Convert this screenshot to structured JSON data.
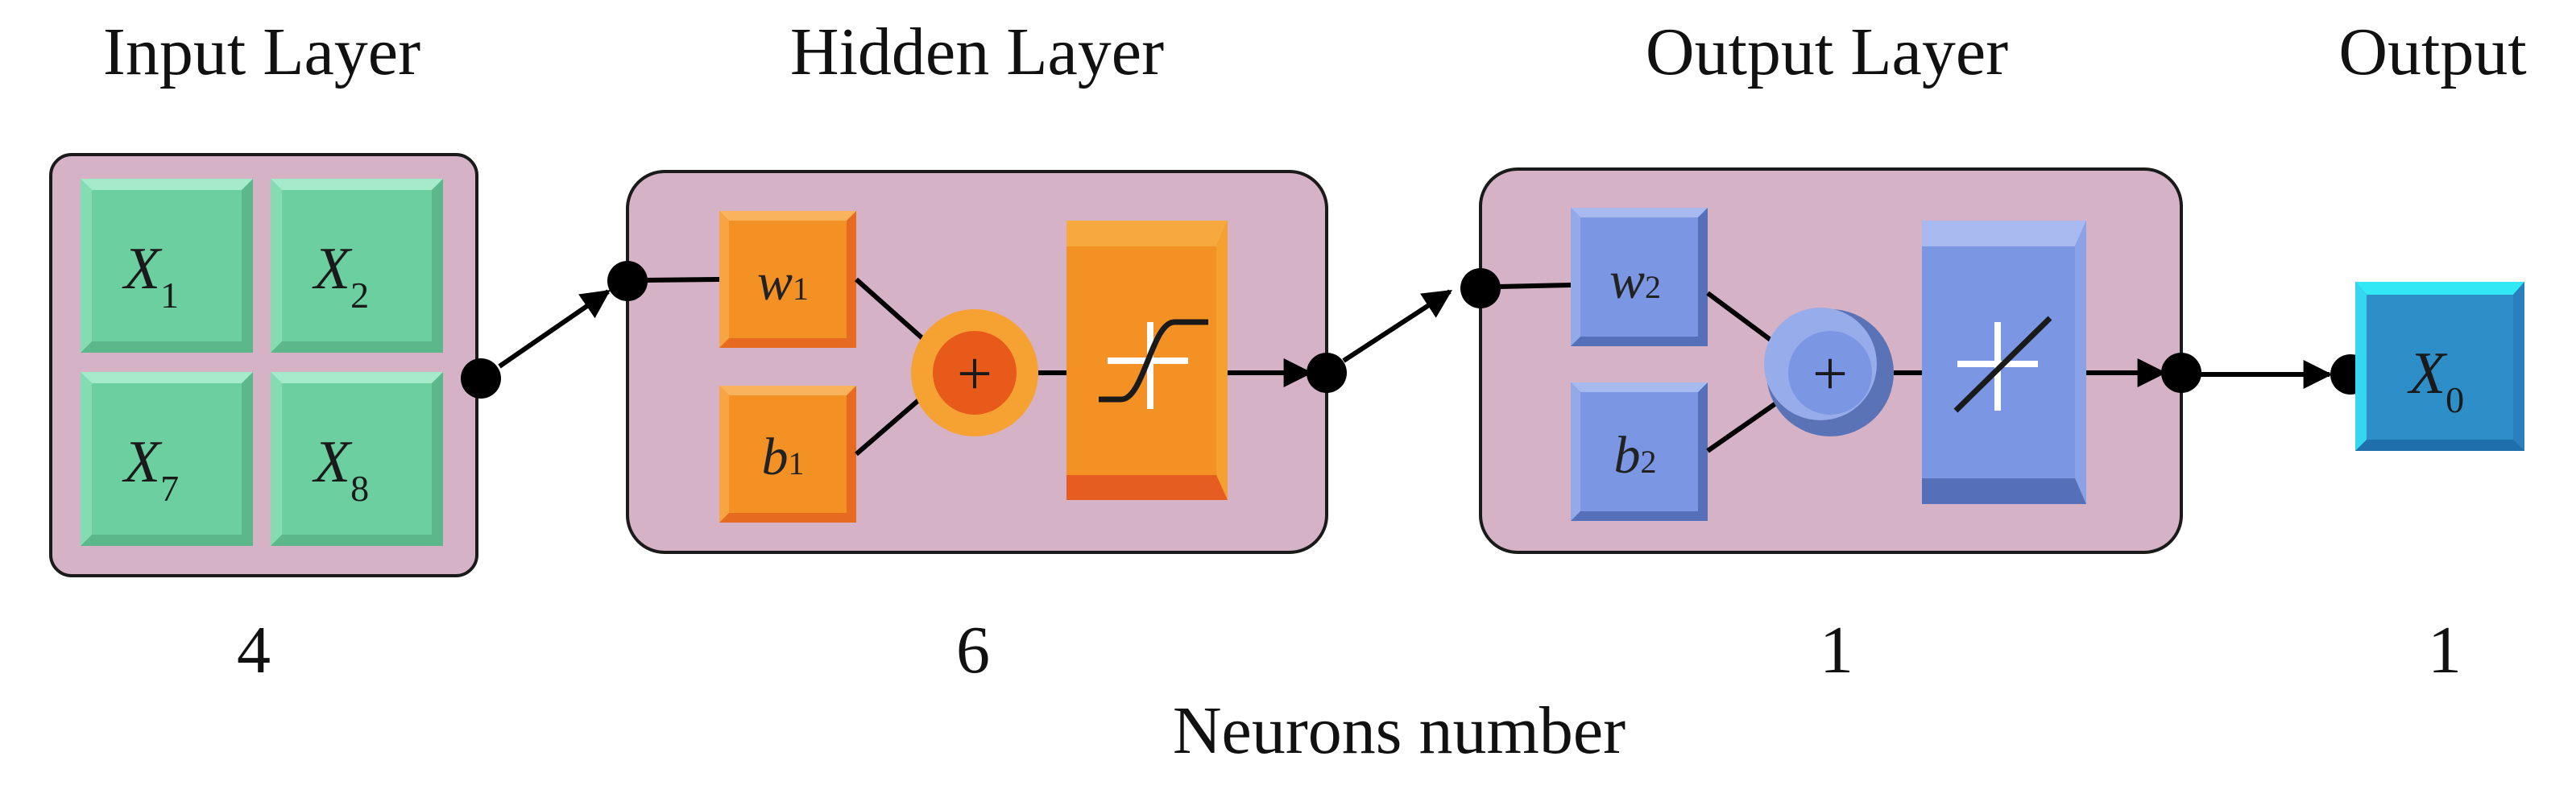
{
  "layers": {
    "input": {
      "title": "Input Layer",
      "count": "4"
    },
    "hidden": {
      "title": "Hidden Layer",
      "count": "6"
    },
    "output_layer": {
      "title": "Output Layer",
      "count": "1"
    },
    "output": {
      "title": "Output",
      "count": "1"
    }
  },
  "inputs": [
    {
      "symbol": "X",
      "subscript": "1"
    },
    {
      "symbol": "X",
      "subscript": "2"
    },
    {
      "symbol": "X",
      "subscript": "7"
    },
    {
      "symbol": "X",
      "subscript": "8"
    }
  ],
  "hidden_params": {
    "weight": {
      "symbol": "w",
      "subscript": "1"
    },
    "bias": {
      "symbol": "b",
      "subscript": "1"
    },
    "sum_symbol": "+"
  },
  "output_params": {
    "weight": {
      "symbol": "w",
      "subscript": "2"
    },
    "bias": {
      "symbol": "b",
      "subscript": "2"
    },
    "sum_symbol": "+"
  },
  "result": {
    "symbol": "X",
    "subscript": "0"
  },
  "footer": {
    "caption": "Neurons number"
  },
  "icons": {
    "hidden_activation": "sigmoid-activation-icon",
    "output_activation": "linear-activation-icon"
  },
  "colors": {
    "panel": "#d5b2c5",
    "input_cell": "#6ccf9f",
    "hidden_block": "#f39125",
    "output_block": "#7b96e2",
    "result_block": "#2e8ec8"
  }
}
